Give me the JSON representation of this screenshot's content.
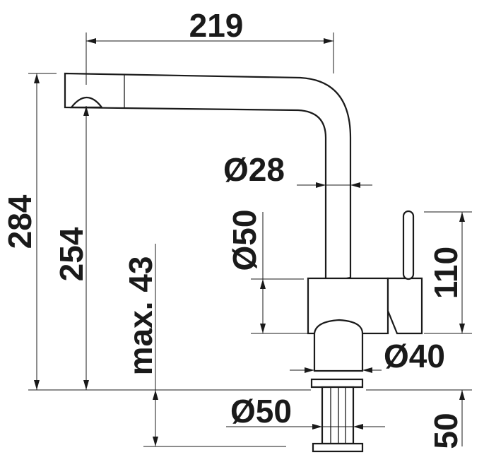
{
  "dimensions": {
    "width_top": "219",
    "height_total": "284",
    "height_outlet": "254",
    "counter_max": "max. 43",
    "spout_diameter": "Ø28",
    "body_diameter": "Ø50",
    "lever_height": "110",
    "base_diameter": "Ø40",
    "shank_diameter": "Ø50",
    "shank_length": "50"
  },
  "colors": {
    "line": "#1a1a1a",
    "background": "#ffffff"
  }
}
